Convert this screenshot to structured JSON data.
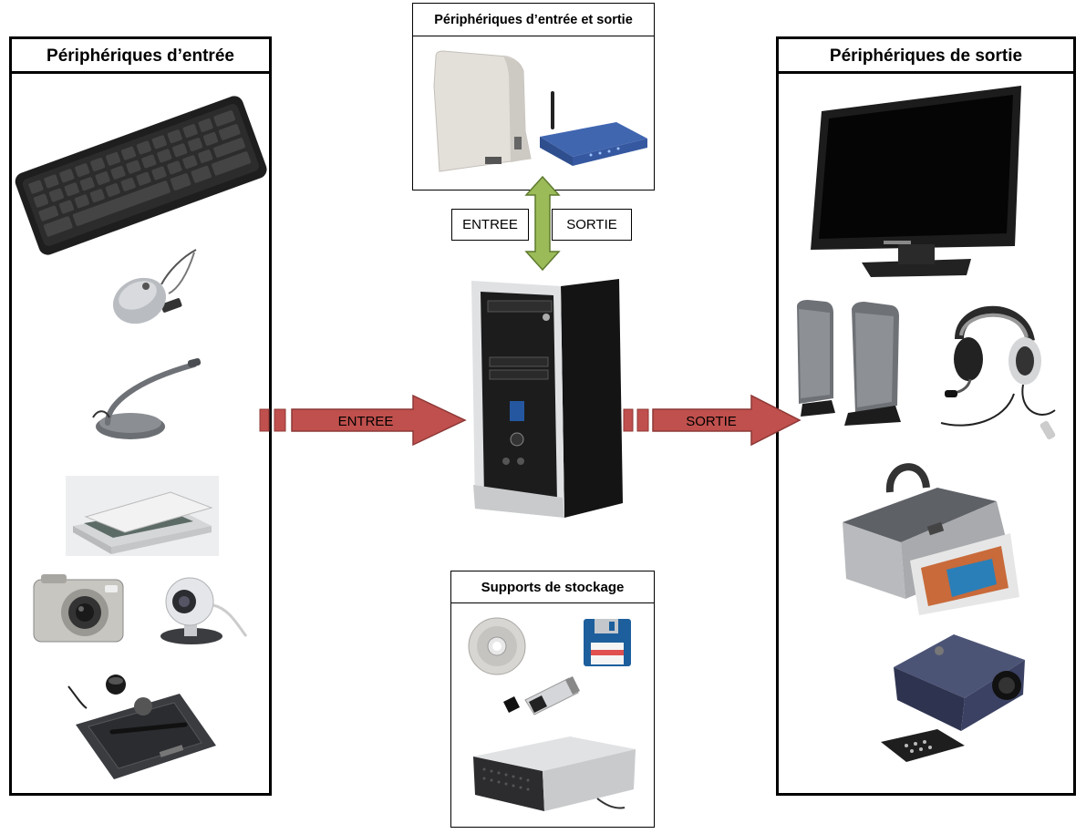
{
  "panels": {
    "input": {
      "title": "Périphériques d’entrée"
    },
    "output": {
      "title": "Périphériques de sortie"
    },
    "io": {
      "title": "Périphériques d’entrée et sortie"
    },
    "storage": {
      "title": "Supports de stockage"
    }
  },
  "arrows": {
    "io_in": "ENTREE",
    "io_out": "SORTIE",
    "input": "ENTREE",
    "output": "SORTIE"
  },
  "colors": {
    "red_arrow": "#c0504d",
    "green_arrow": "#9bbb59",
    "border": "#000000"
  },
  "icons": {
    "input": [
      "keyboard-icon",
      "mouse-icon",
      "microphone-icon",
      "scanner-icon",
      "camera-icon",
      "webcam-icon",
      "graphics-tablet-icon"
    ],
    "output": [
      "monitor-icon",
      "speakers-icon",
      "headset-icon",
      "printer-icon",
      "projector-icon"
    ],
    "io": [
      "modem-icon",
      "router-icon"
    ],
    "storage": [
      "cd-icon",
      "floppy-icon",
      "usb-key-icon",
      "external-drive-icon"
    ],
    "center": "computer-tower-icon"
  }
}
